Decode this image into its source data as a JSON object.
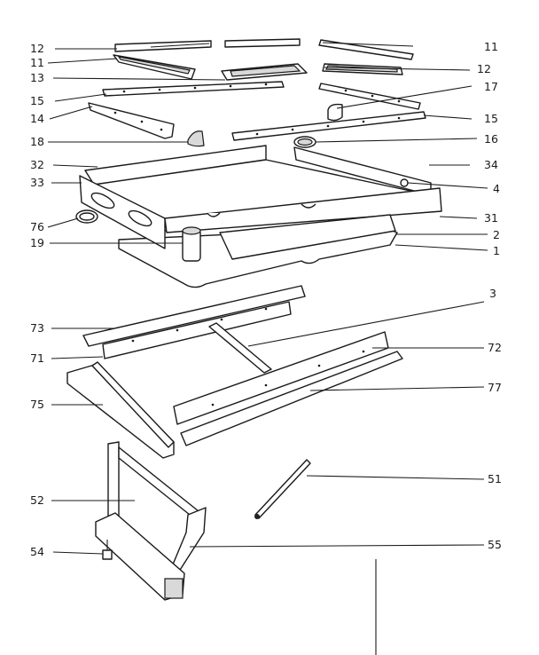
{
  "callouts": [
    {
      "id": "c12a",
      "text": "12"
    },
    {
      "id": "c11a",
      "text": "11"
    },
    {
      "id": "c11b",
      "text": "11"
    },
    {
      "id": "c12b",
      "text": "12"
    },
    {
      "id": "c13",
      "text": "13"
    },
    {
      "id": "c17",
      "text": "17"
    },
    {
      "id": "c15a",
      "text": "15"
    },
    {
      "id": "c15b",
      "text": "15"
    },
    {
      "id": "c14",
      "text": "14"
    },
    {
      "id": "c18",
      "text": "18"
    },
    {
      "id": "c16",
      "text": "16"
    },
    {
      "id": "c32",
      "text": "32"
    },
    {
      "id": "c34",
      "text": "34"
    },
    {
      "id": "c33",
      "text": "33"
    },
    {
      "id": "c4",
      "text": "4"
    },
    {
      "id": "c76",
      "text": "76"
    },
    {
      "id": "c31",
      "text": "31"
    },
    {
      "id": "c2",
      "text": "2"
    },
    {
      "id": "c19",
      "text": "19"
    },
    {
      "id": "c1",
      "text": "1"
    },
    {
      "id": "c3",
      "text": "3"
    },
    {
      "id": "c73",
      "text": "73"
    },
    {
      "id": "c72",
      "text": "72"
    },
    {
      "id": "c71",
      "text": "71"
    },
    {
      "id": "c77",
      "text": "77"
    },
    {
      "id": "c75",
      "text": "75"
    },
    {
      "id": "c51",
      "text": "51"
    },
    {
      "id": "c52",
      "text": "52"
    },
    {
      "id": "c54",
      "text": "54"
    },
    {
      "id": "c55",
      "text": "55"
    }
  ]
}
